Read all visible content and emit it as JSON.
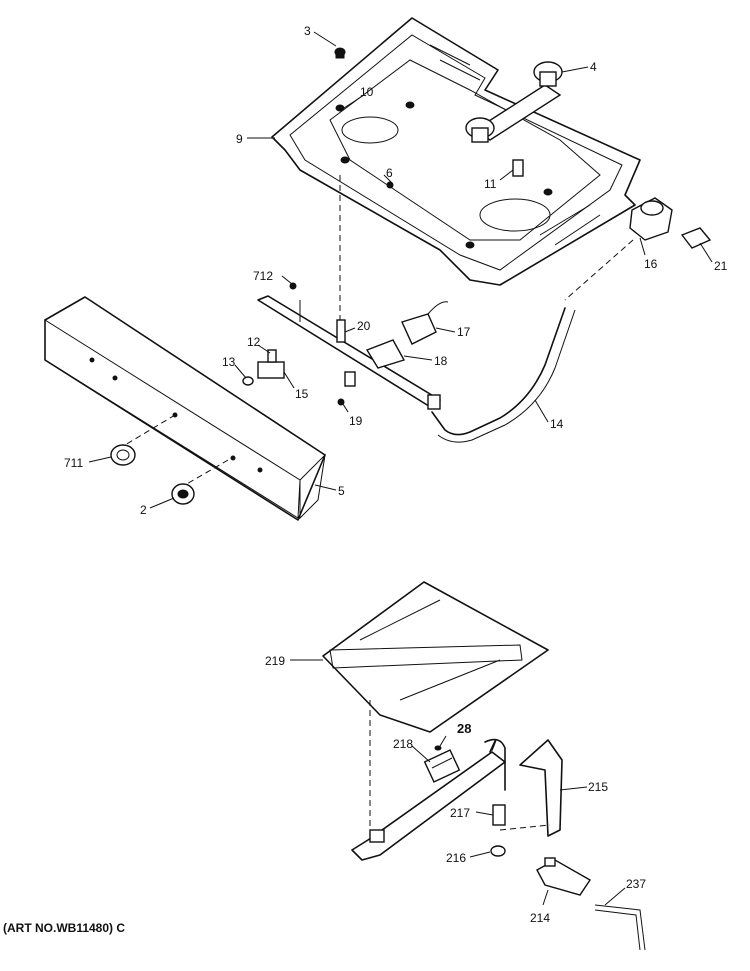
{
  "callouts": {
    "p3": "3",
    "p4": "4",
    "p10": "10",
    "p9": "9",
    "p6": "6",
    "p11": "11",
    "p16": "16",
    "p21": "21",
    "p712": "712",
    "p20": "20",
    "p17": "17",
    "p12": "12",
    "p13": "13",
    "p15": "15",
    "p18": "18",
    "p19": "19",
    "p14": "14",
    "p711": "711",
    "p2": "2",
    "p5": "5",
    "p219": "219",
    "p28": "28",
    "p218": "218",
    "p215": "215",
    "p217": "217",
    "p216": "216",
    "p237": "237",
    "p214": "214"
  },
  "art_number": "(ART NO.WB11480) C"
}
